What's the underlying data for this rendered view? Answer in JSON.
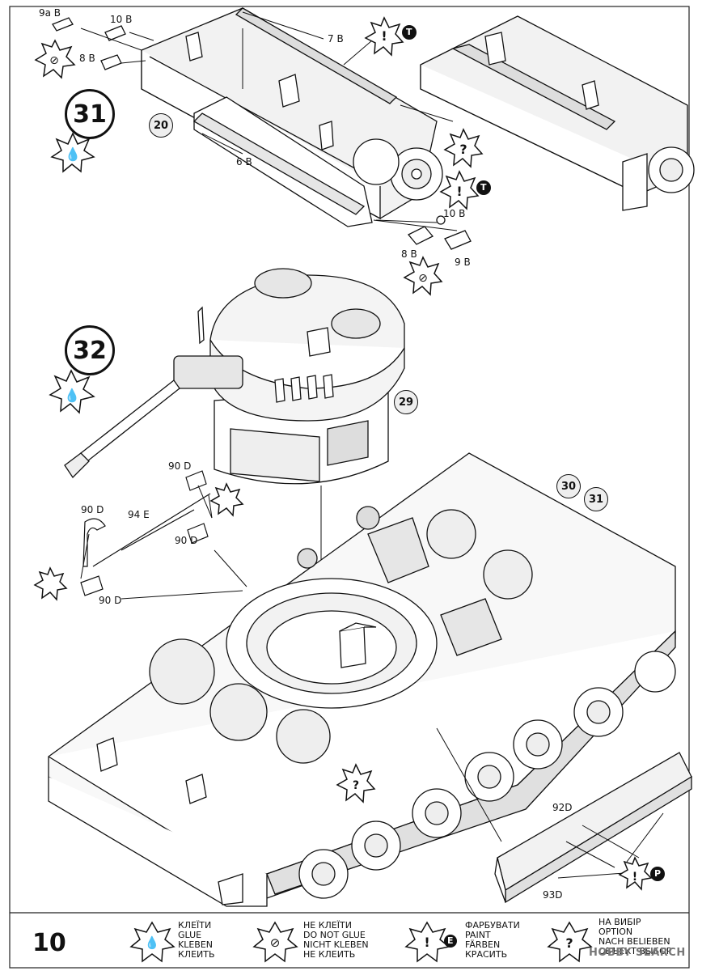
{
  "page": {
    "number": "10",
    "watermark": "HOBBY SEARCH"
  },
  "markers": {
    "glue_step_31": "31",
    "glue_step_32": "32",
    "ref_20": "20",
    "ref_29": "29",
    "ref_30": "30",
    "ref_31": "31",
    "toothpick_T": "T",
    "paint_P": "P",
    "paint_E": "E"
  },
  "part_labels": {
    "p_9aB": "9a B",
    "p_10B_top": "10 B",
    "p_8B_top": "8 B",
    "p_7B": "7 B",
    "p_6B": "6 B",
    "p_10B_right": "10 B",
    "p_8B_right": "8 B",
    "p_9B": "9 B",
    "p_90D_a": "90 D",
    "p_90D_b": "90 D",
    "p_94E": "94 E",
    "p_90D_c": "90 D",
    "p_90D_d": "90 D",
    "p_92D": "92D",
    "p_93D": "93D"
  },
  "legend": {
    "glue": [
      "КЛЕЇТИ",
      "GLUE",
      "KLEBEN",
      "КЛЕИТЬ"
    ],
    "no_glue": [
      "НЕ КЛЕЇТИ",
      "DO NOT GLUE",
      "NICHT KLEBEN",
      "НЕ КЛЕИТЬ"
    ],
    "paint": [
      "ФАРБУВАТИ",
      "PAINT",
      "FÄRBEN",
      "КРАСИТЬ"
    ],
    "option": [
      "НА ВИБІР",
      "OPTION",
      "NACH BELIEBEN",
      "ОБЪЕКТ ВЫБОР"
    ]
  }
}
